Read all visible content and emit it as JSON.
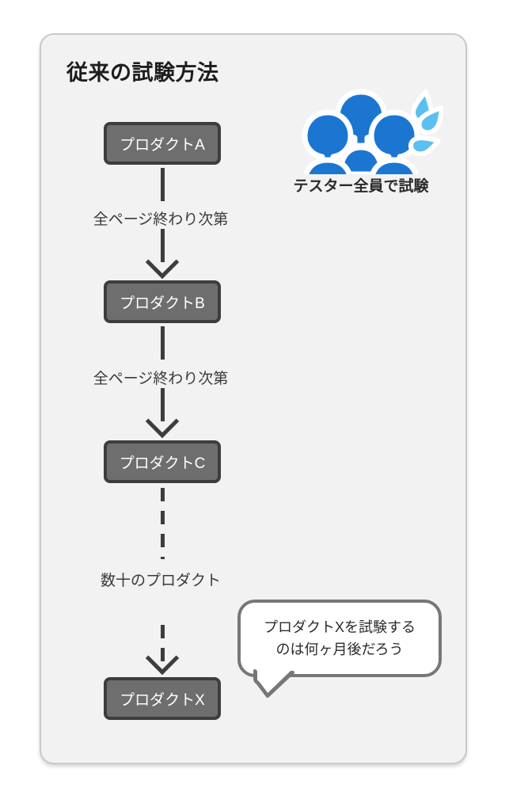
{
  "card": {
    "title": "従来の試験方法",
    "background_color": "#f2f2f2",
    "border_color": "#c9c9c9"
  },
  "flow": {
    "box_fill_color": "#6e6e6e",
    "box_border_color": "#3d3d3d",
    "box_text_color": "#ffffff",
    "nodes": [
      {
        "label": "プロダクトA"
      },
      {
        "label": "プロダクトB"
      },
      {
        "label": "プロダクトC"
      },
      {
        "label": "プロダクトX"
      }
    ],
    "edges": [
      {
        "label": "全ページ終わり次第",
        "style": "solid"
      },
      {
        "label": "全ページ終わり次第",
        "style": "solid"
      },
      {
        "label": "数十のプロダクト",
        "style": "dashed"
      }
    ]
  },
  "testers": {
    "caption": "テスター全員で試験",
    "icon_name": "three-people-sweating-icon",
    "person_color": "#1b76d2",
    "drop_color": "#5bc0f0",
    "outline_color": "#ffffff"
  },
  "speech_bubble": {
    "lines": [
      "プロダクトXを試験する",
      "のは何ヶ月後だろう"
    ],
    "background_color": "#ffffff",
    "border_color": "#777777",
    "text_color": "#2b2b2b"
  }
}
